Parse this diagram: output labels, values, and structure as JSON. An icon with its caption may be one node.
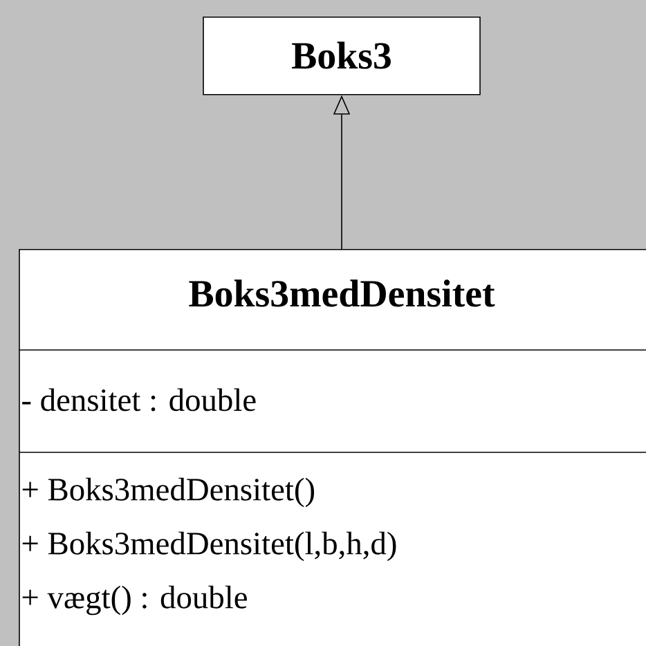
{
  "diagram": {
    "nodes": [
      {
        "text": [
          "Boks3"
        ]
      },
      {
        "text": [
          "Boks3medDensitet",
          "- densitet : double",
          "+ Boks3medDensitet()",
          "+ Boks3medDensitet(l,b,h,d)",
          "+ vægt() : double"
        ]
      }
    ],
    "edges": [
      {
        "from": 1,
        "to": 0,
        "arrow": "to"
      }
    ]
  }
}
